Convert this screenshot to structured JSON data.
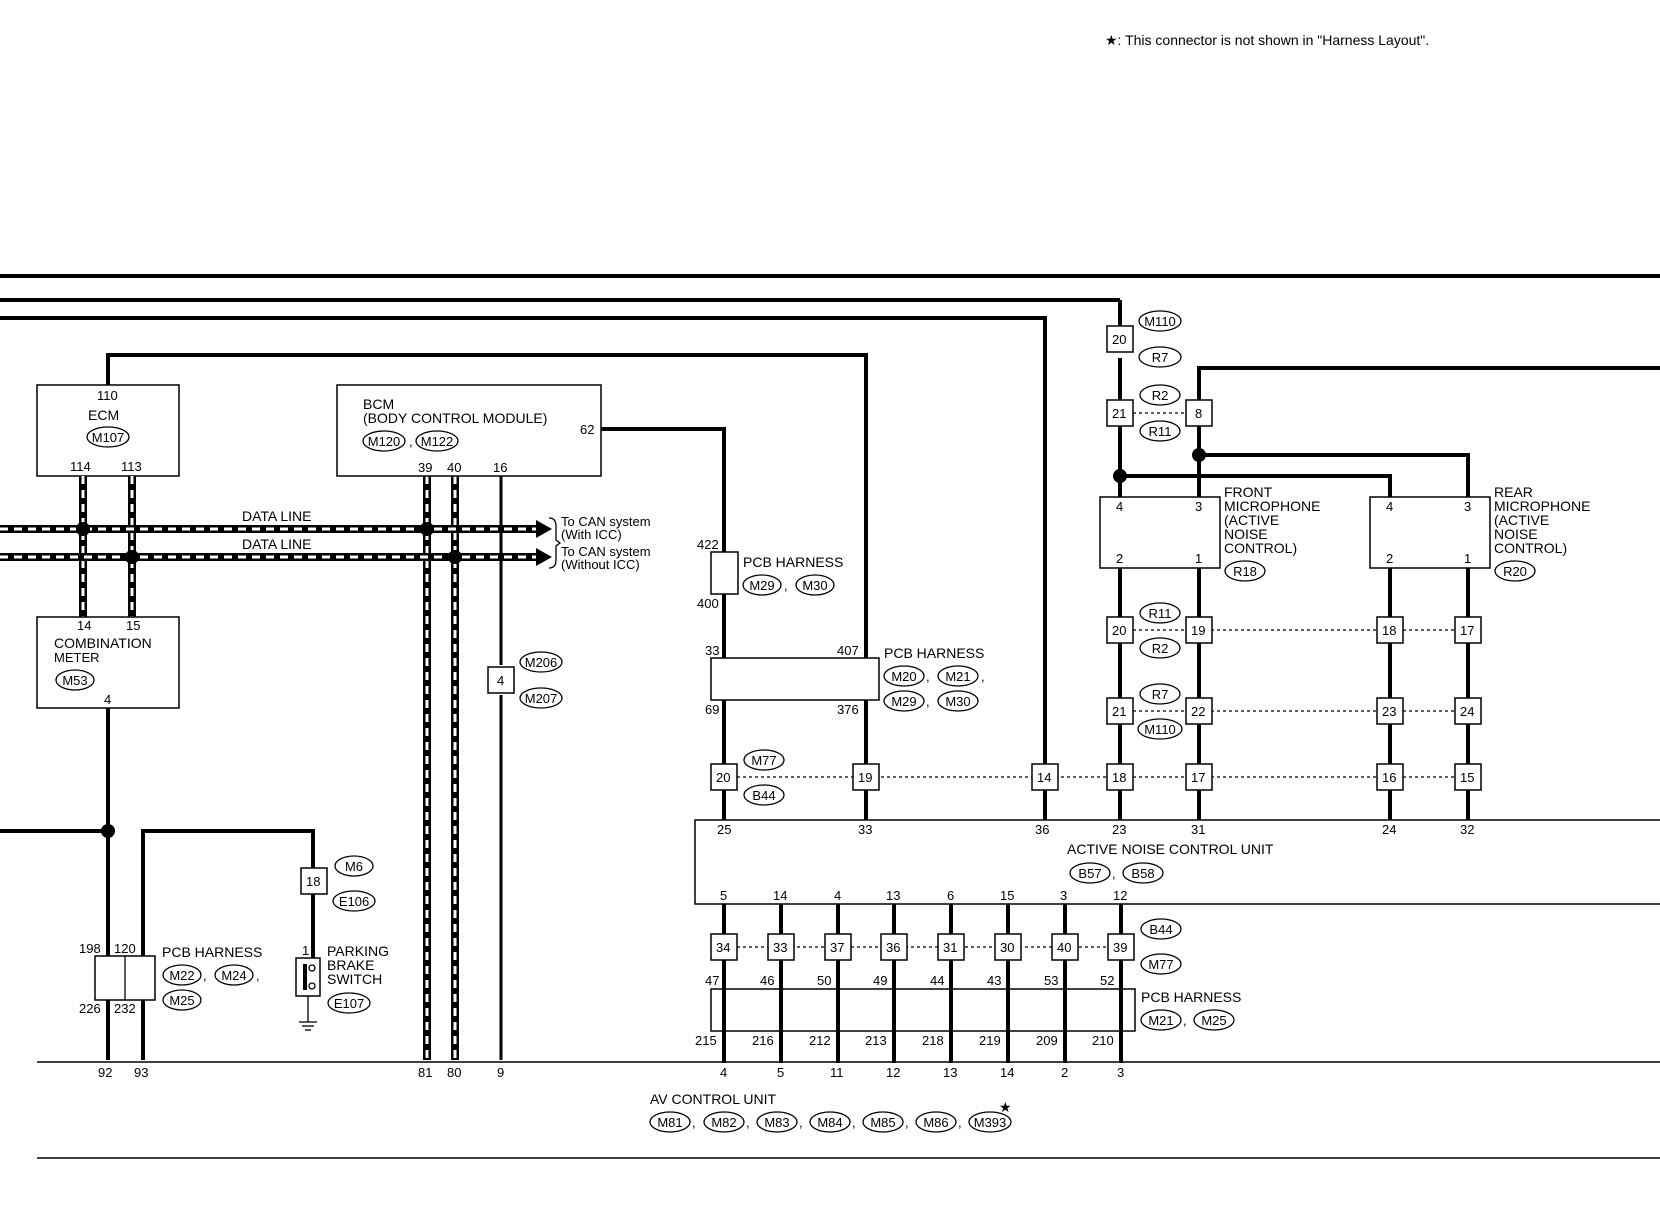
{
  "note": "★: This connector is not shown in \"Harness Layout\".",
  "ecm": {
    "name": "ECM",
    "connector": "M107",
    "pins": [
      "110",
      "114",
      "113"
    ]
  },
  "bcm": {
    "name": "BCM",
    "subtitle": "(BODY CONTROL MODULE)",
    "connectors": [
      "M120",
      "M122"
    ],
    "pins": [
      "62",
      "39",
      "40",
      "16"
    ]
  },
  "combination_meter": {
    "name": "COMBINATION",
    "name2": "METER",
    "connector": "M53",
    "pins": [
      "14",
      "15",
      "4"
    ]
  },
  "data_lines": [
    {
      "label": "DATA LINE",
      "destination": "To CAN system",
      "variant": "(With ICC)"
    },
    {
      "label": "DATA LINE",
      "destination": "To CAN system",
      "variant": "(Without ICC)"
    }
  ],
  "pcb_harness_m22": {
    "name": "PCB HARNESS",
    "connectors": [
      "M22",
      "M24",
      "M25"
    ],
    "pins": [
      "198",
      "120",
      "226",
      "232"
    ]
  },
  "joint_m6": {
    "pin": "18",
    "connectors": [
      "M6",
      "E106"
    ]
  },
  "parking_brake_switch": {
    "line1": "PARKING",
    "line2": "BRAKE",
    "line3": "SWITCH",
    "connector": "E107",
    "pin": "1"
  },
  "joint_m206": {
    "pin": "4",
    "connectors": [
      "M206",
      "M207"
    ]
  },
  "pcb_harness_m29": {
    "name": "PCB HARNESS",
    "connectors": [
      "M29",
      "M30"
    ],
    "pins": [
      "422",
      "400"
    ]
  },
  "pcb_harness_m20": {
    "name": "PCB HARNESS",
    "connectors": [
      "M20",
      "M21",
      "M29",
      "M30"
    ],
    "pins": [
      "33",
      "407",
      "69",
      "376"
    ]
  },
  "joint_m110": {
    "pin": "20",
    "connectors": [
      "M110",
      "R7"
    ]
  },
  "joint_r2": {
    "pins": [
      "21",
      "8"
    ],
    "connectors": [
      "R2",
      "R11"
    ]
  },
  "front_microphone": {
    "line1": "FRONT",
    "line2": "MICROPHONE",
    "line3": "(ACTIVE",
    "line4": "NOISE",
    "line5": "CONTROL)",
    "connector": "R18",
    "pins": [
      "4",
      "3",
      "2",
      "1"
    ]
  },
  "rear_microphone": {
    "line1": "REAR",
    "line2": "MICROPHONE",
    "line3": "(ACTIVE",
    "line4": "NOISE",
    "line5": "CONTROL)",
    "connector": "R20",
    "pins": [
      "4",
      "3",
      "2",
      "1"
    ]
  },
  "joint_r11": {
    "pins": [
      "20",
      "19",
      "18",
      "17"
    ],
    "connectors": [
      "R11",
      "R2"
    ]
  },
  "joint_r7": {
    "pins": [
      "21",
      "22",
      "23",
      "24"
    ],
    "connectors": [
      "R7",
      "M110"
    ]
  },
  "joint_m77": {
    "pins": [
      "20",
      "19",
      "14",
      "18",
      "17",
      "16",
      "15"
    ],
    "connectors": [
      "M77",
      "B44"
    ]
  },
  "anc_unit": {
    "name": "ACTIVE NOISE CONTROL UNIT",
    "connectors": [
      "B57",
      "B58"
    ],
    "top_pins": [
      "25",
      "33",
      "36",
      "23",
      "31",
      "24",
      "32"
    ],
    "bottom_pins": [
      "5",
      "14",
      "4",
      "13",
      "6",
      "15",
      "3",
      "12"
    ]
  },
  "joint_b44": {
    "pins": [
      "34",
      "33",
      "37",
      "36",
      "31",
      "30",
      "40",
      "39"
    ],
    "connectors": [
      "B44",
      "M77"
    ]
  },
  "pcb_harness_m21": {
    "name": "PCB HARNESS",
    "connectors": [
      "M21",
      "M25"
    ],
    "top_pins": [
      "47",
      "46",
      "50",
      "49",
      "44",
      "43",
      "53",
      "52"
    ],
    "bottom_pins": [
      "215",
      "216",
      "212",
      "213",
      "218",
      "219",
      "209",
      "210"
    ]
  },
  "av_control_unit": {
    "name": "AV CONTROL UNIT",
    "connectors": [
      "M81",
      "M82",
      "M83",
      "M84",
      "M85",
      "M86",
      "M393"
    ],
    "star": "★",
    "pins": [
      "92",
      "93",
      "81",
      "80",
      "9",
      "4",
      "5",
      "11",
      "12",
      "13",
      "14",
      "2",
      "3"
    ]
  },
  "separator": ","
}
